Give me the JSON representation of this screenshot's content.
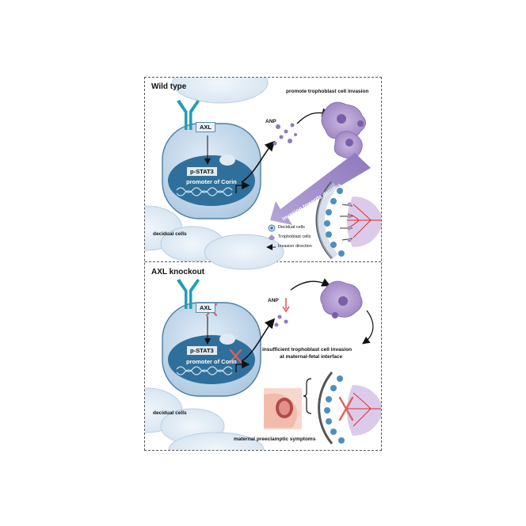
{
  "panels": {
    "wild_type": {
      "title": "Wild type",
      "receptor_label": "AXL",
      "phospho_label": "p-STAT3",
      "promoter_label": "promoter of Corin",
      "anp_label": "ANP",
      "outcome_label": "promote trophoblast cell invasion",
      "arrow_label": "invasion towards decidua",
      "cell_label": "decidual cells"
    },
    "knockout": {
      "title": "AXL knockout",
      "receptor_label": "AXL",
      "phospho_label": "p-STAT3",
      "promoter_label": "promoter of Corin",
      "anp_label": "ANP",
      "outcome_line1": "insufficient trophoblast cell invasion",
      "outcome_line2": "at maternal-fetal interface",
      "cell_label": "decidual cells",
      "symptom_label": "maternal  preeclamptic symptoms"
    }
  },
  "legend": {
    "items": [
      {
        "label": "Decidual cells",
        "icon": "decidual-cell-icon"
      },
      {
        "label": "Trophoblast cells",
        "icon": "trophoblast-cell-icon"
      },
      {
        "label": "Invasion direction",
        "icon": "arrow-left-icon"
      }
    ]
  },
  "colors": {
    "cell_fill": "#c9dcee",
    "nucleus_fill": "#2f6f9c",
    "receptor": "#1e9fb2",
    "trophoblast": "#a690c4",
    "anp_dots": "#8f7ab8",
    "inhibit": "#e0605a",
    "vessel": "#d9302b"
  }
}
